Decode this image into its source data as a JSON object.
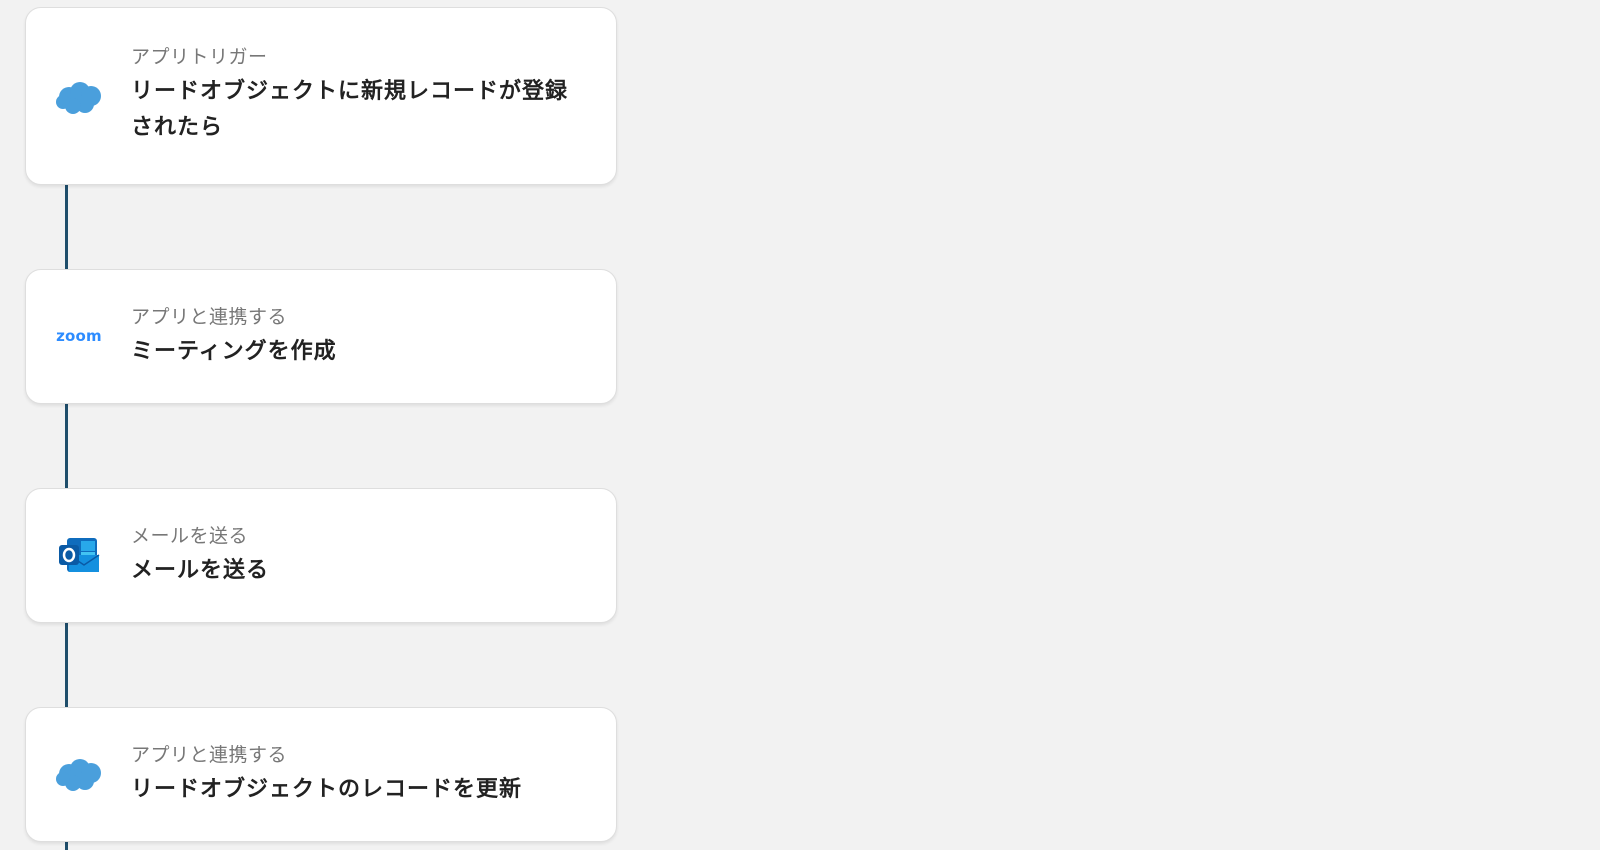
{
  "steps": [
    {
      "app": "salesforce",
      "icon": "salesforce-cloud-icon",
      "subtitle": "アプリトリガー",
      "title": "リードオブジェクトに新規レコードが登録されたら"
    },
    {
      "app": "zoom",
      "icon": "zoom-logo-icon",
      "logo_text": "zoom",
      "subtitle": "アプリと連携する",
      "title": "ミーティングを作成"
    },
    {
      "app": "outlook",
      "icon": "outlook-icon",
      "subtitle": "メールを送る",
      "title": "メールを送る"
    },
    {
      "app": "salesforce",
      "icon": "salesforce-cloud-icon",
      "subtitle": "アプリと連携する",
      "title": "リードオブジェクトのレコードを更新"
    }
  ],
  "colors": {
    "background": "#f2f2f2",
    "connector": "#1f4e6b",
    "salesforce": "#4a9fdc",
    "zoom": "#2d8cff",
    "outlook": "#0f6cbd"
  }
}
